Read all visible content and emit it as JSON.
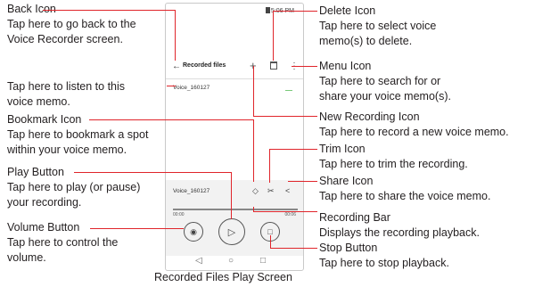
{
  "annotations": {
    "back_icon": {
      "title": "Back Icon",
      "desc1": "Tap here to go back to the",
      "desc2": "Voice Recorder screen."
    },
    "listen": {
      "desc1": "Tap here to listen to this",
      "desc2": "voice memo."
    },
    "bookmark_icon": {
      "title": "Bookmark Icon",
      "desc1": "Tap here to bookmark a spot",
      "desc2": "within your voice memo."
    },
    "play_button": {
      "title": "Play Button",
      "desc1": "Tap here to play (or pause)",
      "desc2": "your recording."
    },
    "volume_button": {
      "title": "Volume Button",
      "desc1": "Tap here to control the",
      "desc2": "volume."
    },
    "delete_icon": {
      "title": "Delete Icon",
      "desc1": "Tap here to select voice",
      "desc2": "memo(s) to delete."
    },
    "menu_icon": {
      "title": "Menu Icon",
      "desc1": "Tap here to search for or",
      "desc2": "share your voice memo(s)."
    },
    "new_recording_icon": {
      "title": "New Recording Icon",
      "desc1": "Tap here to record a new voice memo."
    },
    "trim_icon": {
      "title": "Trim Icon",
      "desc1": "Tap here to trim the recording."
    },
    "share_icon": {
      "title": "Share Icon",
      "desc1": "Tap here to share the voice memo."
    },
    "recording_bar": {
      "title": "Recording Bar",
      "desc1": "Displays the recording playback."
    },
    "stop_button": {
      "title": "Stop Button",
      "desc1": "Tap here to stop playback."
    }
  },
  "phone": {
    "status_time": "5:06 PM",
    "appbar_title": "Recorded files",
    "list_item": "Voice_160127",
    "player_name": "Voice_160127",
    "time_start": "00:00",
    "time_end": "00:06"
  },
  "caption": "Recorded Files Play Screen",
  "colors": {
    "callout_line": "#e0252b"
  }
}
